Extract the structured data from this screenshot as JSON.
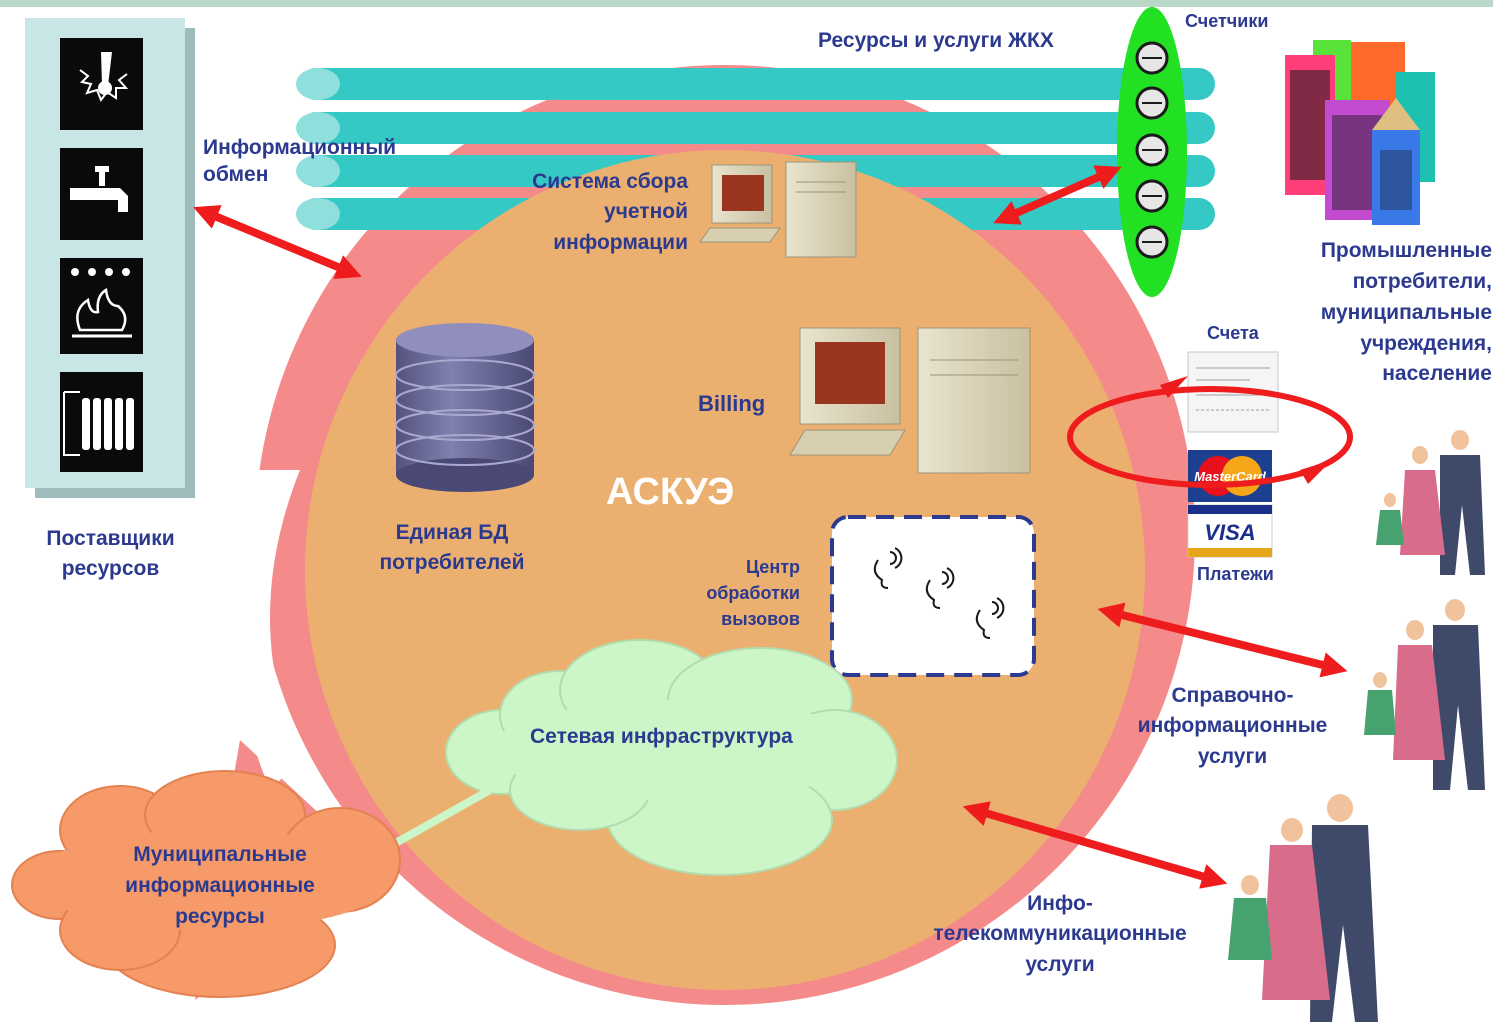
{
  "labels": {
    "center": "АСКУЭ",
    "resources_top": "Ресурсы и услуги ЖКХ",
    "meters": "Счетчики",
    "info_exchange": [
      "Информационный",
      "обмен"
    ],
    "collection": [
      "Система сбора",
      "учетной",
      "информации"
    ],
    "billing": "Billing",
    "database": [
      "Единая БД",
      "потребителей"
    ],
    "call_center": [
      "Центр",
      "обработки",
      "вызовов"
    ],
    "network": "Сетевая инфраструктура",
    "suppliers": [
      "Поставщики",
      "ресурсов"
    ],
    "consumers": [
      "Промышленные",
      "потребители,",
      "муниципальные",
      "учреждения,",
      "население"
    ],
    "bills": "Счета",
    "payments": "Платежи",
    "reference_services": [
      "Справочно-",
      "информационные",
      "услуги"
    ],
    "telecom_services": [
      "Инфо-",
      "телекоммуникационные",
      "услуги"
    ],
    "municipal": [
      "Муниципальные",
      "информационные",
      "ресурсы"
    ],
    "mastercard": "MasterCard",
    "visa": "VISA"
  },
  "supplier_icons": [
    "electricity-icon",
    "water-tap-icon",
    "gas-stove-icon",
    "radiator-icon"
  ],
  "colors": {
    "label_text": "#2b3a8f",
    "center_text": "#ffffff",
    "circle_fill": "#ebb06f",
    "ring": "#f48a8a",
    "pipe": "#35c9c6",
    "pipe_end": "#8fe0dc",
    "meter_band": "#22e022",
    "arrow": "#ee1c1c",
    "cloud_green": "#ccf5c8",
    "cloud_orange": "#f59a68",
    "call_box_border": "#2b3a8f",
    "supplier_panel": "#bfe0e0",
    "database": "#6e6d9e"
  }
}
